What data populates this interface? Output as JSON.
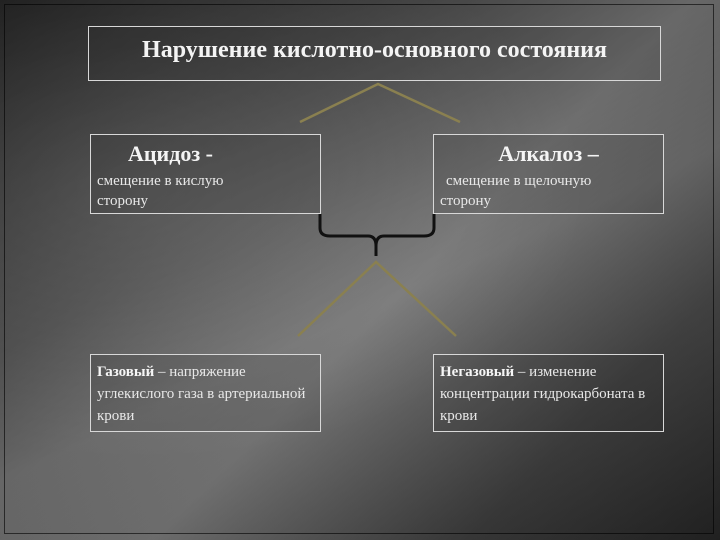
{
  "title": "Нарушение кислотно-основного состояния",
  "acidosis": {
    "heading": "Ацидоз -",
    "desc_line1": "смещение в кислую",
    "desc_line2": "сторону"
  },
  "alkalosis": {
    "heading": "Алкалоз –",
    "desc_line1": "смещение в щелочную",
    "desc_line2": "сторону"
  },
  "gas_form": {
    "term": "Газовый",
    "text": " – напряжение углекислого газа в артериальной крови"
  },
  "nongas_form": {
    "term": "Негазовый",
    "text": " – изменение концентрации гидрокарбоната в крови"
  },
  "colors": {
    "connector_gold": "#8a8050",
    "brace": "#111111",
    "box_border": "#d8d8d8"
  }
}
